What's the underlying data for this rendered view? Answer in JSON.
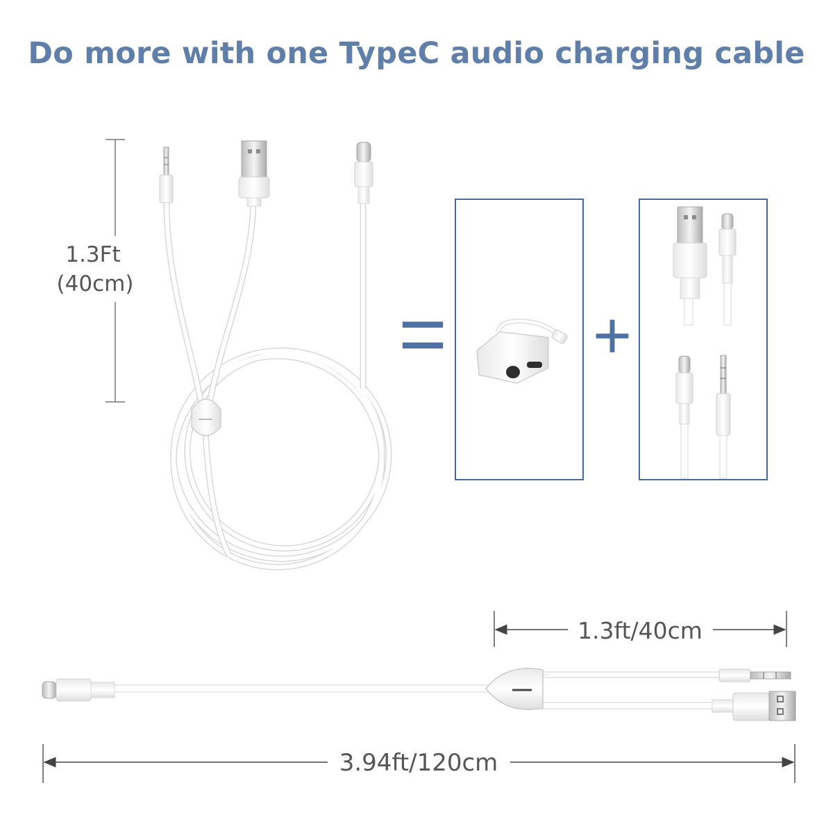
{
  "title": "Do more with one TypeC audio charging cable",
  "dimensions": {
    "vertical_length_ft": "1.3Ft",
    "vertical_length_cm": "(40cm)",
    "branch_length": "1.3ft/40cm",
    "total_length": "3.94ft/120cm"
  },
  "symbols": {
    "equals": "=",
    "plus": "+"
  },
  "colors": {
    "title": "#5f7ea8",
    "box_border": "#4a6a9a",
    "symbol": "#4f72a4",
    "cable": "#ffffff",
    "cable_outline": "#d6d6d6"
  },
  "icons": [
    "usb-a-connector-icon",
    "usb-c-connector-icon",
    "aux-3.5mm-plug-icon",
    "splitter-icon",
    "audio-adapter-icon"
  ]
}
